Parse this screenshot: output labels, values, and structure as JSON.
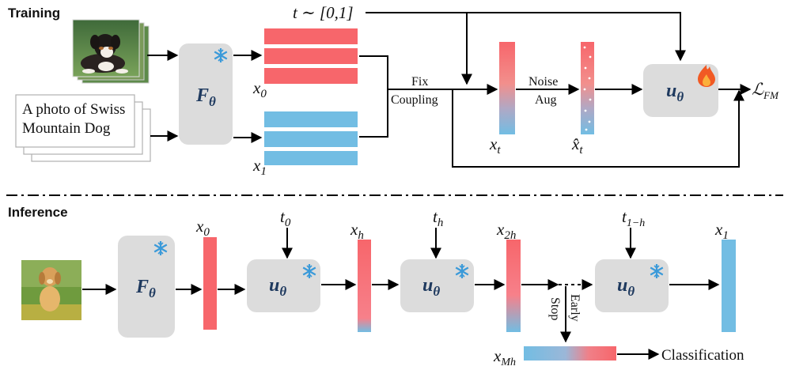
{
  "training": {
    "title": "Training",
    "t_range": "t ∼ [0,1]",
    "caption": [
      "A photo of Swiss",
      "Mountain Dog"
    ],
    "encoder_label": "F",
    "encoder_sub": "θ",
    "x0_label": "x",
    "x0_sub": "0",
    "x1_label": "x",
    "x1_sub": "1",
    "coupling_label": [
      "Fix",
      "Coupling"
    ],
    "xt_label": "x",
    "xt_sub": "t",
    "noise_label": [
      "Noise",
      "Aug"
    ],
    "xt_hat_label": "x̂",
    "xt_hat_sub": "t",
    "model_label": "u",
    "model_sub": "θ",
    "loss_label": "ℒ",
    "loss_sub": "FM"
  },
  "inference": {
    "title": "Inference",
    "encoder_label": "F",
    "encoder_sub": "θ",
    "x0_label": "x",
    "x0_sub": "0",
    "t0_label": "t",
    "t0_sub": "0",
    "model_label": "u",
    "model_sub": "θ",
    "xh_label": "x",
    "xh_sub": "h",
    "th_label": "t",
    "th_sub": "h",
    "x2h_label": "x",
    "x2h_sub": "2h",
    "t1h_label": "t",
    "t1h_sub": "1−h",
    "x1_label": "x",
    "x1_sub": "1",
    "early_stop_label": [
      "Early",
      "Stop"
    ],
    "xmh_label": "x",
    "xmh_sub": "Mh",
    "classification_label": "Classification"
  },
  "colors": {
    "red": "#f7666b",
    "blue": "#72bde3",
    "block": "#dcdcdc",
    "snowflake": "#3b9ad9",
    "model_text": "#1f3a5f"
  }
}
